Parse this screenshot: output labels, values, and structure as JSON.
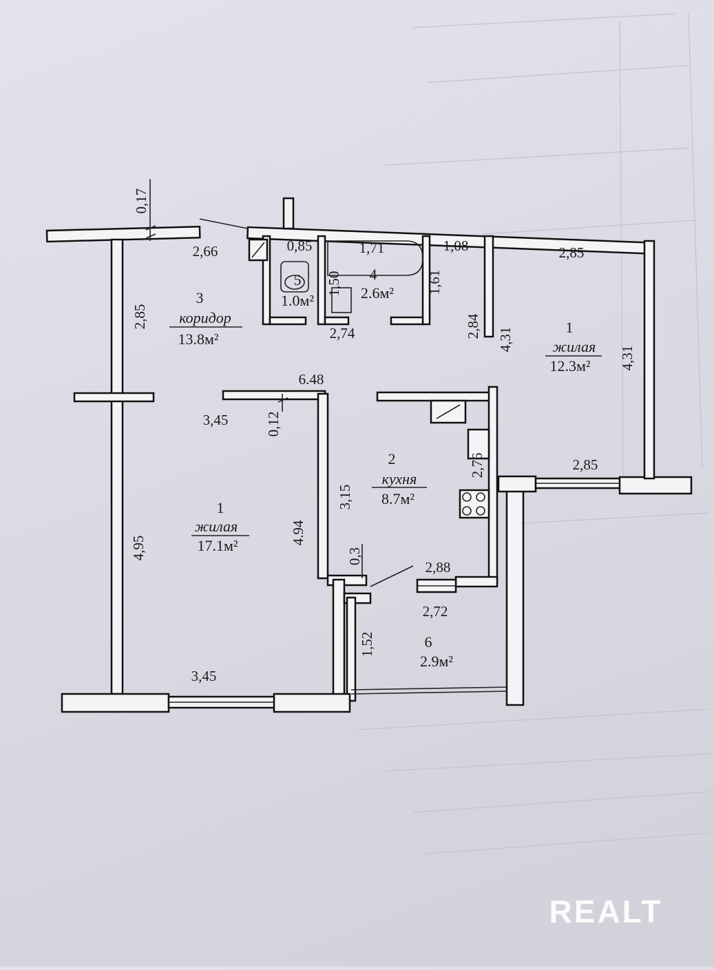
{
  "plan": {
    "rooms": [
      {
        "id": "kor",
        "number": "3",
        "name": "коридор",
        "area": "13.8м²"
      },
      {
        "id": "wc",
        "number": "5",
        "name": "",
        "area": "1.0м²"
      },
      {
        "id": "bath",
        "number": "4",
        "name": "",
        "area": "2.6м²"
      },
      {
        "id": "liv1",
        "number": "1",
        "name": "жилая",
        "area": "12.3м²"
      },
      {
        "id": "kitchen",
        "number": "2",
        "name": "кухня",
        "area": "8.7м²"
      },
      {
        "id": "liv2",
        "number": "1",
        "name": "жилая",
        "area": "17.1м²"
      },
      {
        "id": "balcony",
        "number": "6",
        "name": "",
        "area": "2.9м²"
      }
    ],
    "dimensions": {
      "d0_17": "0,17",
      "d2_66": "2,66",
      "d0_85": "0,85",
      "d1_71": "1,71",
      "d1_08": "1,08",
      "d2_85_top": "2,85",
      "d2_85_kor": "2,85",
      "d1_50": "1,50",
      "d1_61": "1,61",
      "d2_74": "2,74",
      "d2_84": "2,84",
      "d4_31_a": "4,31",
      "d4_31_b": "4,31",
      "d6_48": "6.48",
      "d3_45_top": "3,45",
      "d0_12": "0,12",
      "d2_76": "2,76",
      "d2_85_mid": "2,85",
      "d3_15": "3,15",
      "d4_95": "4,95",
      "d4_94": "4.94",
      "d0_3": "0,3",
      "d2_88": "2,88",
      "d2_72": "2,72",
      "d1_52": "1,52",
      "d3_45_bot": "3,45"
    },
    "watermark": "REALT",
    "colors": {
      "ink": "#111111",
      "paper": "#dedde6",
      "ghost": "#b9b8c2"
    }
  }
}
